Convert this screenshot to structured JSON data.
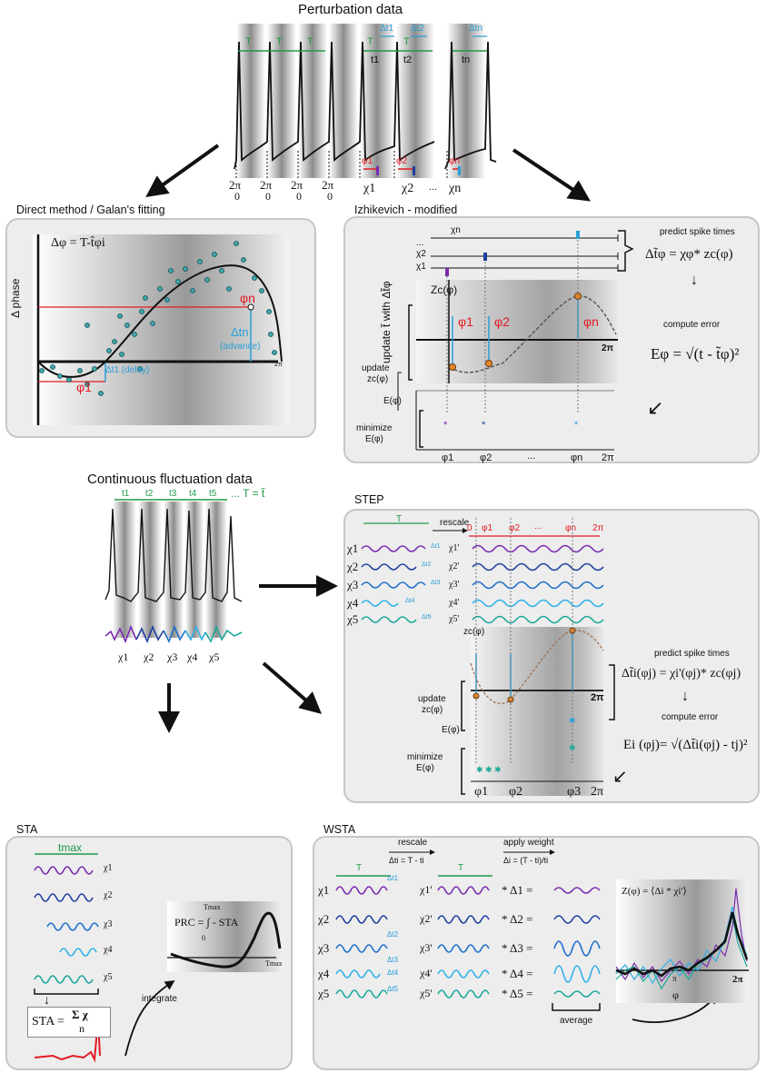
{
  "sections": {
    "perturbation": {
      "title": "Perturbation data",
      "period_labels": [
        "T",
        "T",
        "T",
        "T",
        "T"
      ],
      "delta_labels": [
        "Δt1",
        "Δt2",
        "Δtn"
      ],
      "t_labels": [
        "t1",
        "t2",
        "tn"
      ],
      "phase_top": [
        "2π",
        "2π",
        "2π",
        "2π"
      ],
      "phase_bottom": [
        "0",
        "0",
        "0",
        "0"
      ],
      "chi_labels": [
        "χ1",
        "χ2",
        "χn"
      ],
      "dots": "...",
      "phi_labels": [
        "φ1",
        "φ2",
        "φn"
      ]
    },
    "direct": {
      "title": "Direct method / Galan's fitting",
      "equation": "Δφ = T-t̂φi",
      "ylabel": "Δ phase",
      "phi1": "φ1",
      "phin": "φn",
      "dt1": "Δt1 (delay)",
      "dtn": "Δtn",
      "advance": "(advance)",
      "twopi": "2π"
    },
    "izhikevich": {
      "title": "Izhikevich - modified",
      "chi_rows": [
        "χn",
        "...",
        "χ2",
        "χ1"
      ],
      "update_label": "update t̃ with Δt̃φ",
      "zc": "Zc(φ)",
      "phi_labels": [
        "φ1",
        "φ2",
        "φn"
      ],
      "twopi": "2π",
      "update_zc": "update",
      "update_zc2": "zc(φ)",
      "e_label": "E(φ)",
      "minimize": "minimize",
      "minimize2": "E(φ)",
      "axis_labels": [
        "φ1",
        "φ2",
        "...",
        "φn",
        "2π"
      ],
      "predict": "predict spike times",
      "predict_eq": "Δt̃φ = χφ* zc(φ)",
      "compute": "compute error",
      "error_eq": "Eφ = √(t - t̃φ)²"
    },
    "continuous": {
      "title": "Continuous fluctuation data",
      "t_labels": [
        "t1",
        "t2",
        "t3",
        "t4",
        "t5"
      ],
      "t_eq": "... T = t̃",
      "chi_labels": [
        "χ1",
        "χ2",
        "χ3",
        "χ4",
        "χ5"
      ]
    },
    "step": {
      "title": "STEP",
      "period": "T",
      "rescale": "rescale",
      "chi_left": [
        "χ1",
        "χ2",
        "χ3",
        "χ4",
        "χ5"
      ],
      "dt_labels": [
        "Δt1",
        "Δt2",
        "Δt3",
        "Δt4",
        "Δt5"
      ],
      "scale_labels": [
        "0",
        "φ1",
        "φ2",
        "...",
        "φn",
        "2π"
      ],
      "chi_right": [
        "χ1'",
        "χ2'",
        "χ3'",
        "χ4'",
        "χ5'"
      ],
      "zc": "zc(φ)",
      "update": "update",
      "update2": "zc(φ)",
      "twopi": "2π",
      "e_label": "E(φ)",
      "minimize": "minimize",
      "minimize2": "E(φ)",
      "axis_labels": [
        "φ1",
        "φ2",
        "φ3",
        "2π"
      ],
      "predict": "predict spike times",
      "predict_eq": "Δt̃i(φj) = χi'(φj)* zc(φj)",
      "compute": "compute error",
      "error_eq": "Ei (φj)= √(Δt̃i(φj) - tj)²"
    },
    "sta": {
      "title": "STA",
      "tmax": "tmax",
      "chi_labels": [
        "χ1",
        "χ2",
        "χ3",
        "χ4",
        "χ5"
      ],
      "sta_eq_left": "STA =",
      "sta_num": "Σ χ",
      "sta_den": "n",
      "integrate": "integrate",
      "prc_eq": "PRC = ∫ - STA",
      "int_top": "Tmax",
      "int_bottom": "0",
      "axis_end": "Tmax"
    },
    "wsta": {
      "title": "WSTA",
      "rescale": "rescale",
      "rescale_eq": "Δti = T - ti",
      "weight": "apply weight",
      "weight_eq": "Δi = (T - ti)/ti",
      "period": "T",
      "chi_left": [
        "χ1",
        "χ2",
        "χ3",
        "χ4",
        "χ5"
      ],
      "dt_labels": [
        "Δt1",
        "Δt2",
        "Δt3",
        "Δt4",
        "Δt5"
      ],
      "chi_mid": [
        "χ1'",
        "χ2'",
        "χ3'",
        "χ4'",
        "χ5'"
      ],
      "weights": [
        "* Δ1  =",
        "* Δ2  =",
        "* Δ3  =",
        "* Δ4  =",
        "* Δ5  ="
      ],
      "average": "average",
      "z_eq": "Z(φ) = ⟨Δi * χi'⟩",
      "pi": "π",
      "twopi": "2π",
      "phi": "φ"
    }
  },
  "colors": {
    "red": "#e31b23",
    "blue": "#2a9fd8",
    "green": "#1f9a46",
    "purple": "#7a2bb0",
    "navy": "#1f3f9f",
    "mid_blue": "#1d6fc9",
    "light_blue": "#2eb0e8",
    "teal": "#1aa89a"
  }
}
